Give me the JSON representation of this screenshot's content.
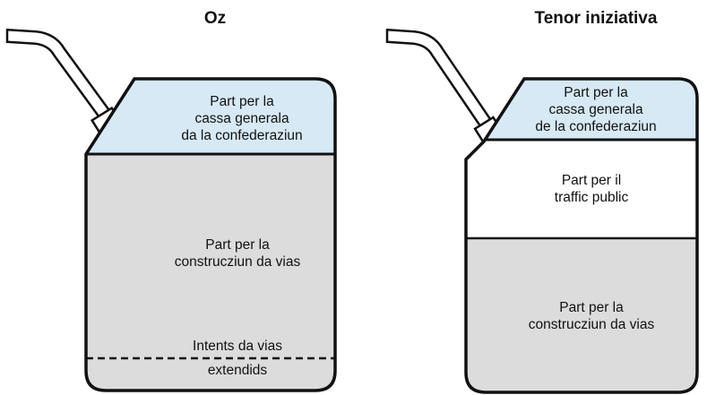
{
  "left_can": {
    "title": "Oz",
    "top_section": [
      "Part per la",
      "cassa generala",
      "da la confederaziun"
    ],
    "main_section": [
      "Part per la",
      "construcziun da vias"
    ],
    "bottom_above_line": "Intents da vias",
    "bottom_below_line": "extendids"
  },
  "right_can": {
    "title": "Tenor iniziativa",
    "top_section": [
      "Part per la",
      "cassa generala",
      "de la confederaziun"
    ],
    "middle_section": [
      "Part per il",
      "traffic public"
    ],
    "bottom_section": [
      "Part per la",
      "construcziun da vias"
    ]
  },
  "colors": {
    "top_fill": "#d6e9f5",
    "road_fill": "#dcdcdc",
    "traffic_fill": "#ffffff",
    "outline": "#111111"
  }
}
